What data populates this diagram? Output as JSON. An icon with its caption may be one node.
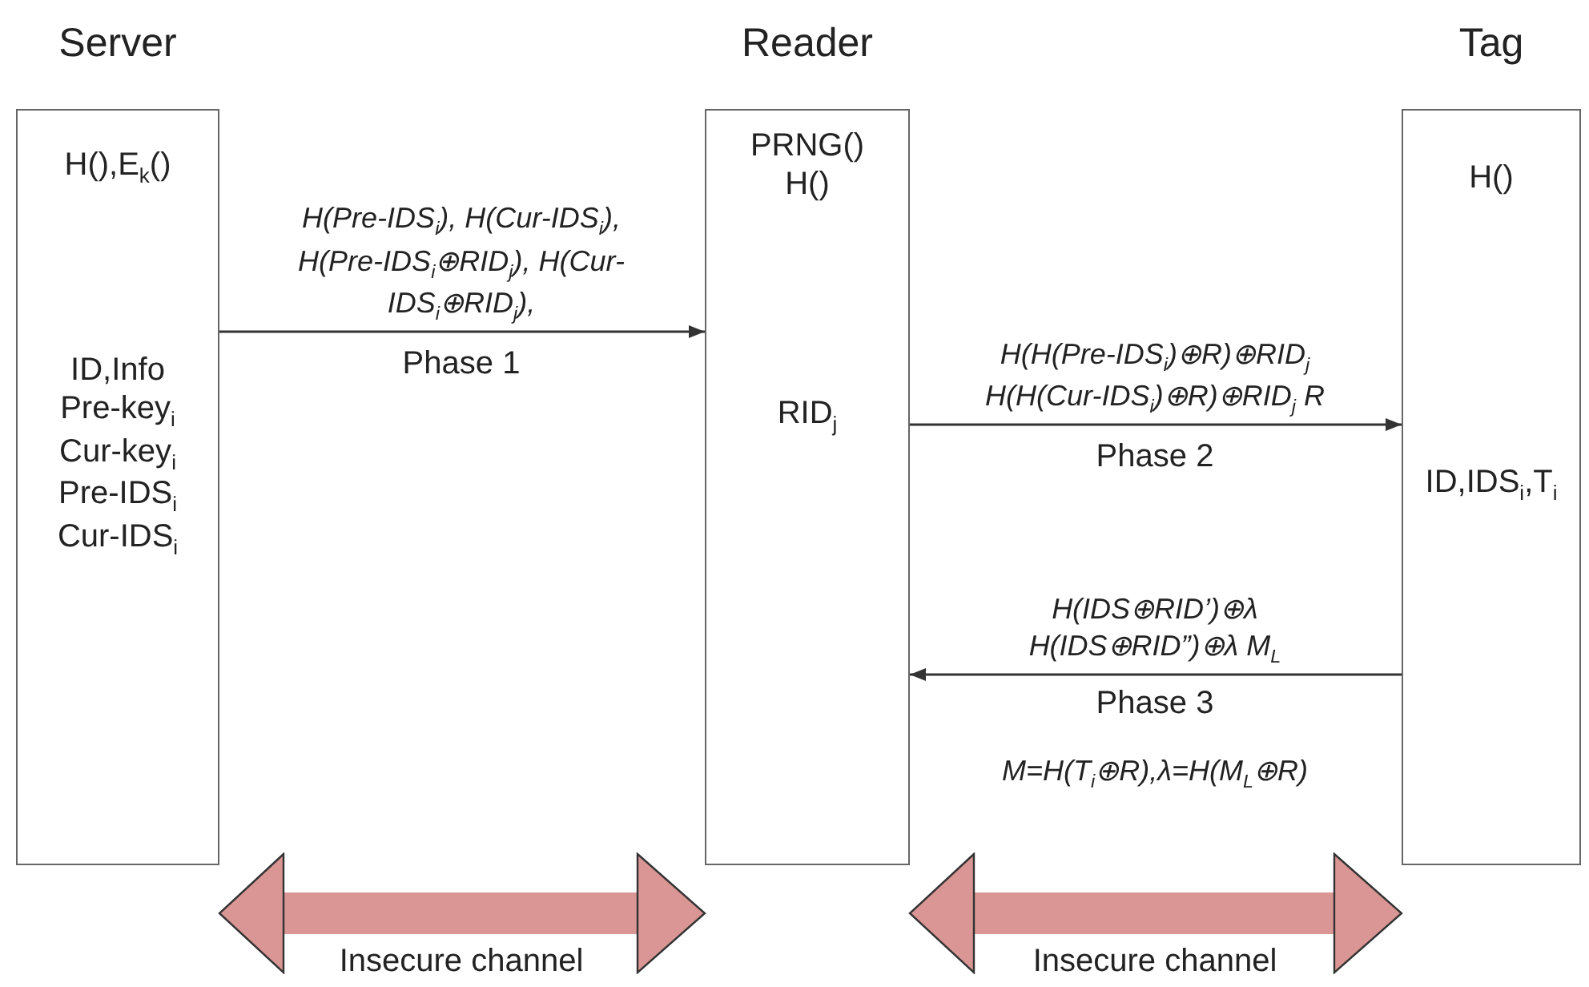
{
  "diagram": {
    "nodes": [
      {
        "text": [
          "Server",
          "H(),E$_{k}$()",
          "ID,Info Pre-key$_{i}$ Cur-key$_{i}$ Pre-IDS$_{i}$ Cur-IDS$_{i}$"
        ]
      },
      {
        "text": [
          "Reader",
          "PRNG() H()",
          "RID$_{j}$"
        ]
      },
      {
        "text": [
          "Tag",
          "H()",
          "ID,IDS$_{i}$,T$_{i}$"
        ]
      }
    ],
    "edges": [
      {
        "from": 0,
        "to": 1,
        "arrow": "to",
        "label": "*H(Pre-IDS$_{i}$), H(Cur-IDS$_{i}$), H(Pre-IDS$_{i}$⊕RID$_{j}$), H(Cur-IDS$_{i}$⊕RID$_{j}$),*"
      },
      {
        "from": 1,
        "to": 2,
        "arrow": "to",
        "label": "*H(H(Pre-IDS$_{i}$)⊕R)⊕RID$_{j}$ H(H(Cur-IDS$_{i}$)⊕R)⊕RID$_{j}$ R*"
      },
      {
        "from": 2,
        "to": 1,
        "arrow": "to",
        "label": "*H(IDS⊕RID’)⊕λ H(IDS⊕RID”)⊕λ M$_{L}$*"
      },
      {
        "from": 0,
        "to": 1,
        "arrow": "both",
        "style": "thick",
        "color": "#d99694",
        "label": "Insecure channel"
      },
      {
        "from": 1,
        "to": 2,
        "arrow": "both",
        "style": "thick",
        "color": "#d99694",
        "label": "Insecure channel"
      }
    ],
    "labels": [
      "Phase 1",
      "Phase 2",
      "Phase 3",
      "*M=H(T$_{i}$⊕R),λ=H(M$_{L}$⊕R)*"
    ]
  }
}
